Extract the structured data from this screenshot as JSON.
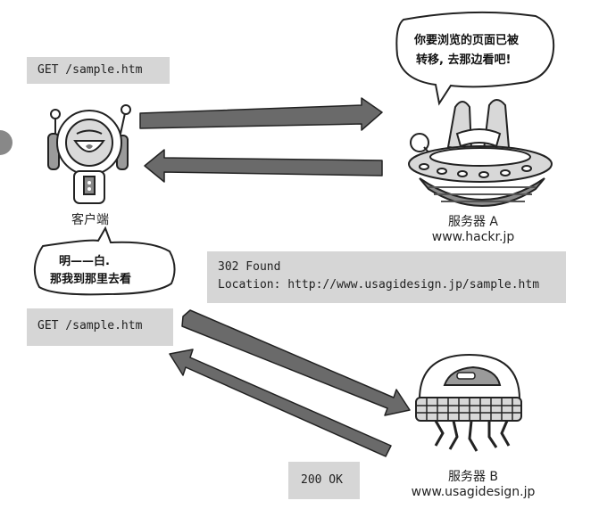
{
  "requests": {
    "first_get": "GET /sample.htm",
    "second_get": "GET /sample.htm"
  },
  "response_302": {
    "status": "302 Found",
    "location": "Location: http://www.usagidesign.jp/sample.htm"
  },
  "response_200": "200 OK",
  "client": {
    "label": "客户端",
    "speech_line1": "明——白.",
    "speech_line2": "那我到那里去看"
  },
  "server_a": {
    "label": "服务器 A",
    "host": "www.hackr.jp",
    "speech_line1": "你要浏览的页面已被",
    "speech_line2": "转移, 去那边看吧!"
  },
  "server_b": {
    "label": "服务器 B",
    "host": "www.usagidesign.jp"
  },
  "colors": {
    "box_fill": "#d6d6d6",
    "arrow_fill": "#6a6a6a",
    "arrow_stroke": "#222222",
    "outline": "#222222"
  }
}
